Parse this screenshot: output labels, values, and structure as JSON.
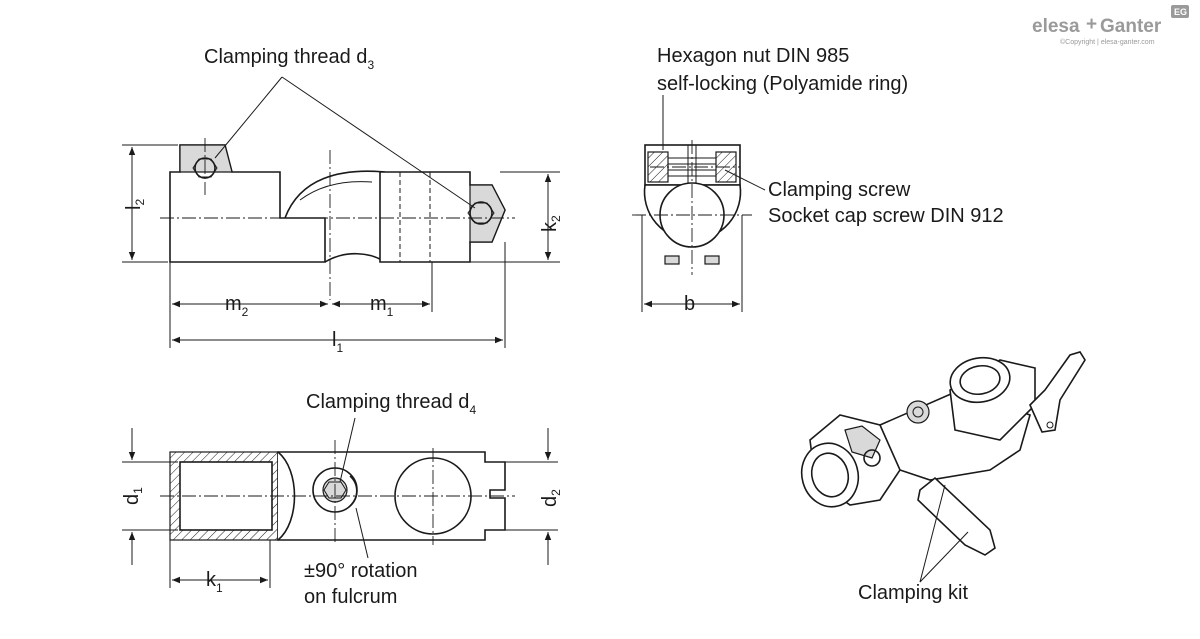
{
  "logo": {
    "brand_a": "elesa",
    "plus": "+",
    "brand_b": "Ganter",
    "badge": "EG",
    "copyright": "©Copyright | elesa-ganter.com"
  },
  "labels": {
    "clamping_thread_d3": "Clamping thread d",
    "clamping_thread_d3_sub": "3",
    "hex_nut_line1": "Hexagon nut  DIN 985",
    "hex_nut_line2": "self-locking (Polyamide ring)",
    "clamping_screw_line1": "Clamping screw",
    "clamping_screw_line2": "Socket cap screw DIN 912",
    "clamping_thread_d4": "Clamping thread d",
    "clamping_thread_d4_sub": "4",
    "rotation_line1": "±90° rotation",
    "rotation_line2": "on fulcrum",
    "clamping_kit": "Clamping kit"
  },
  "dimensions": {
    "l2": {
      "main": "l",
      "sub": "2"
    },
    "k2": {
      "main": "k",
      "sub": "2"
    },
    "m2": {
      "main": "m",
      "sub": "2"
    },
    "m1": {
      "main": "m",
      "sub": "1"
    },
    "l1": {
      "main": "l",
      "sub": "1"
    },
    "b": {
      "main": "b"
    },
    "d1": {
      "main": "d",
      "sub": "1"
    },
    "d2": {
      "main": "d",
      "sub": "2"
    },
    "k1": {
      "main": "k",
      "sub": "1"
    }
  },
  "colors": {
    "line": "#1a1a1a",
    "logo": "#9a9a9a",
    "shade": "#d9d9d9"
  }
}
